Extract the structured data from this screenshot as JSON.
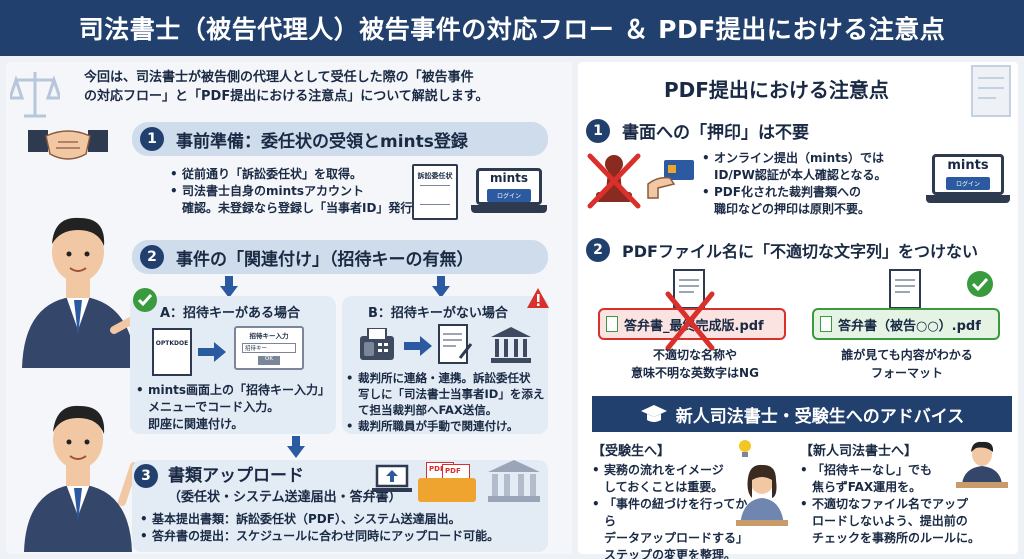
{
  "header": {
    "title": "司法書士（被告代理人）被告事件の対応フロー ＆ PDF提出における注意点"
  },
  "intro": {
    "line1": "今回は、司法書士が被告側の代理人として受任した際の「被告事件",
    "line2": "の対応フロー」と「PDF提出における注意点」について解説します。"
  },
  "left": {
    "step1": {
      "num": "1",
      "title": "事前準備：委任状の受領とmints登録",
      "bullets": [
        "従前通り「訴訟委任状」を取得。",
        "司法書士自身のmintsアカウント",
        "確認。未登録なら登録し「当事者ID」発行。"
      ],
      "doc_label": "訴訟委任状",
      "laptop_title": "mints",
      "laptop_button": "ログイン"
    },
    "step2": {
      "num": "2",
      "title": "事件の「関連付け」（招待キーの有無）",
      "a_title": "A：招待キーがある場合",
      "a_doc": "OPTKDOE",
      "a_dialog_title": "招待キー入力",
      "a_dialog_input": "招待キー",
      "a_dialog_ok": "OK",
      "a_bullets": [
        "mints画面上の「招待キー入力」",
        "メニューでコード入力。",
        "即座に関連付け。"
      ],
      "b_title": "B：招待キーがない場合",
      "b_bullets": [
        "裁判所に連絡・連携。訴訟委任状",
        "写しに「司法書士当事者ID」を添え",
        "て担当裁判部へFAX送信。",
        "裁判所職員が手動で関連付け。"
      ]
    },
    "step3": {
      "num": "3",
      "title": "書類アップロード",
      "subtitle": "（委任状・システム送達届出・答弁書）",
      "pdf_tag": "PDF",
      "bullets": [
        "基本提出書類：訴訟委任状（PDF）、システム送達届出。",
        "答弁書の提出：スケジュールに合わせ同時にアップロード可能。"
      ]
    }
  },
  "right": {
    "title": "PDF提出における注意点",
    "sec1": {
      "num": "1",
      "title": "書面への「押印」は不要",
      "bullets": [
        "オンライン提出（mints）では",
        "ID/PW認証が本人確認となる。",
        "PDF化された裁判書類への",
        "職印などの押印は原則不要。"
      ],
      "laptop_title": "mints",
      "laptop_button": "ログイン"
    },
    "sec2": {
      "num": "2",
      "title": "PDFファイル名に「不適切な文字列」をつけない",
      "bad_file": "答弁書_最終完成版.pdf",
      "bad_caption": [
        "不適切な名称や",
        "意味不明な英数字はNG"
      ],
      "good_file": "答弁書（被告○○）.pdf",
      "good_caption": [
        "誰が見ても内容がわかる",
        "フォーマット"
      ]
    },
    "advice": {
      "title": "新人司法書士・受験生へのアドバイス",
      "student_head": "【受験生へ】",
      "student_bullets": [
        "実務の流れをイメージ",
        "しておくことは重要。",
        "「事件の紐づけを行ってから",
        "データアップロードする」",
        "ステップの変更を整理。"
      ],
      "new_head": "【新人司法書士へ】",
      "new_bullets": [
        "「招待キーなし」でも",
        "焦らずFAX運用を。",
        "不適切なファイル名でアップ",
        "ロードしないよう、提出前の",
        "チェックを事務所のルールに。"
      ]
    }
  },
  "colors": {
    "navy": "#22406d",
    "bad_red": "#d9302b",
    "good_green": "#3a9a3e"
  },
  "icons": [
    "scale-icon",
    "handshake-icon",
    "check-icon",
    "warning-icon",
    "fax-icon",
    "court-icon",
    "stamp-icon",
    "id-card-icon",
    "graduation-cap-icon",
    "lightbulb-icon"
  ]
}
